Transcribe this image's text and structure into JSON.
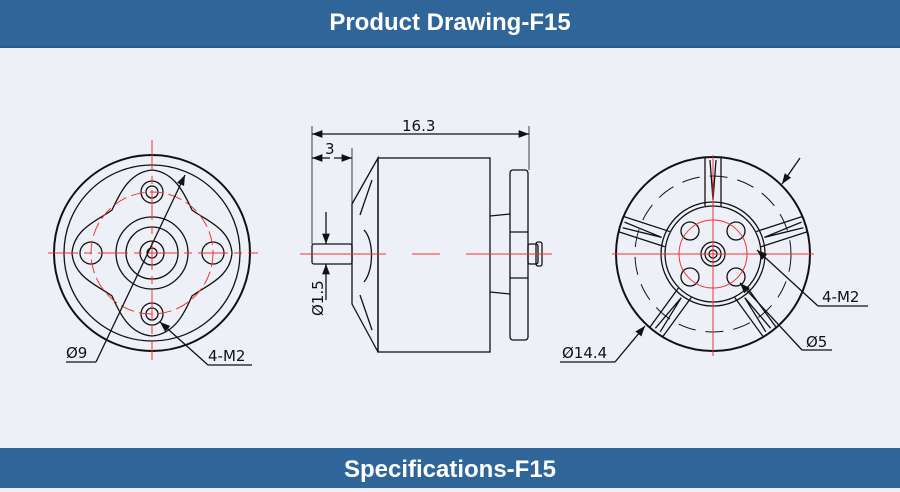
{
  "header": {
    "title": "Product Drawing-F15"
  },
  "footer": {
    "title": "Specifications-F15"
  },
  "drawing": {
    "front_view": {
      "diameter_label": "Ø9",
      "hole_label": "4-M2"
    },
    "side_view": {
      "length_label": "16.3",
      "shaft_length_label": "3",
      "shaft_diameter_label": "Ø1.5"
    },
    "rear_view": {
      "diameter_label": "Ø14.4",
      "circle_label": "Ø5",
      "hole_label": "4-M2"
    },
    "colors": {
      "outline": "#111111",
      "centerline": "#ee3333",
      "header": "#30659a",
      "background": "#edf1f7"
    }
  }
}
